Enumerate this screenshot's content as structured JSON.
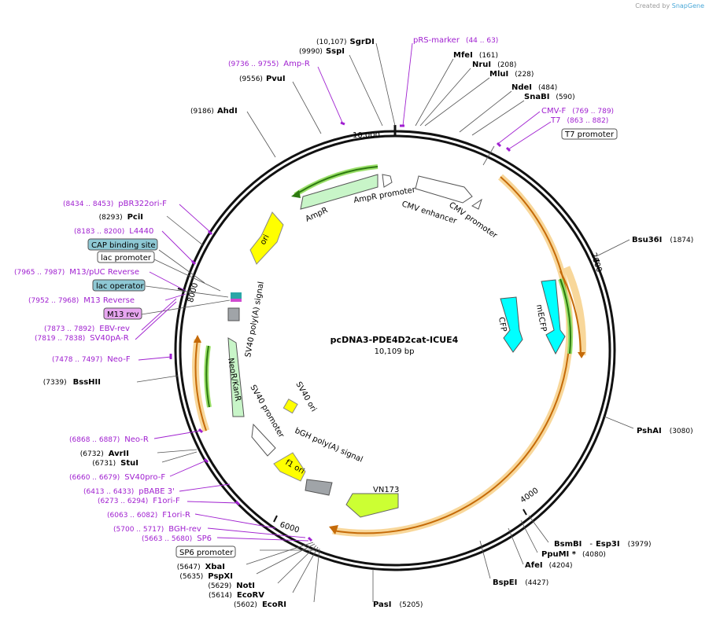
{
  "branding": {
    "prefix": "Created by",
    "name": "SnapGene"
  },
  "plasmid": {
    "name": "pcDNA3-PDE4D2cat-ICUE4",
    "size": "10,109 bp"
  },
  "ticks": [
    "10,000",
    "2000",
    "4000",
    "6000",
    "8000"
  ],
  "enzymes": {
    "sgrdi": {
      "name": "SgrDI",
      "pos": "(10,107)"
    },
    "sspi": {
      "name": "SspI",
      "pos": "(9990)"
    },
    "pvui": {
      "name": "PvuI",
      "pos": "(9556)"
    },
    "ahdi": {
      "name": "AhdI",
      "pos": "(9186)"
    },
    "mfei": {
      "name": "MfeI",
      "pos": "(161)"
    },
    "nrui": {
      "name": "NruI",
      "pos": "(208)"
    },
    "mlui": {
      "name": "MluI",
      "pos": "(228)"
    },
    "ndei": {
      "name": "NdeI",
      "pos": "(484)"
    },
    "snabi": {
      "name": "SnaBI",
      "pos": "(590)"
    },
    "bsu36i": {
      "name": "Bsu36I",
      "pos": "(1874)"
    },
    "pshai": {
      "name": "PshAI",
      "pos": "(3080)"
    },
    "bsmbi": {
      "name": "BsmBI",
      "sep": "-",
      "name2": "Esp3I",
      "pos": "(3979)"
    },
    "ppumi": {
      "name": "PpuMI *",
      "pos": "(4080)"
    },
    "afei": {
      "name": "AfeI",
      "pos": "(4204)"
    },
    "bspei": {
      "name": "BspEI",
      "pos": "(4427)"
    },
    "pasi": {
      "name": "PasI",
      "pos": "(5205)"
    },
    "xbai": {
      "name": "XbaI",
      "pos": "(5647)"
    },
    "pspxi": {
      "name": "PspXI",
      "pos": "(5635)"
    },
    "noti": {
      "name": "NotI",
      "pos": "(5629)"
    },
    "ecorv": {
      "name": "EcoRV",
      "pos": "(5614)"
    },
    "ecori": {
      "name": "EcoRI",
      "pos": "(5602)"
    },
    "avrii": {
      "name": "AvrII",
      "pos": "(6732)"
    },
    "stui": {
      "name": "StuI",
      "pos": "(6731)"
    },
    "bsshii": {
      "name": "BssHII",
      "pos": "(7339)"
    },
    "pcii": {
      "name": "PciI",
      "pos": "(8293)"
    }
  },
  "primers": {
    "prs": {
      "name": "pRS-marker",
      "pos": "(44 .. 63)"
    },
    "ampr": {
      "name": "Amp-R",
      "pos": "(9736 .. 9755)"
    },
    "cmvf": {
      "name": "CMV-F",
      "pos": "(769 .. 789)"
    },
    "t7": {
      "name": "T7",
      "pos": "(863 .. 882)"
    },
    "pbr": {
      "name": "pBR322ori-F",
      "pos": "(8434 .. 8453)"
    },
    "l4440": {
      "name": "L4440",
      "pos": "(8183 .. 8200)"
    },
    "m13puc": {
      "name": "M13/pUC Reverse",
      "pos": "(7965 .. 7987)"
    },
    "m13rev": {
      "name": "M13 Reverse",
      "pos": "(7952 .. 7968)"
    },
    "ebv": {
      "name": "EBV-rev",
      "pos": "(7873 .. 7892)"
    },
    "sv40pa": {
      "name": "SV40pA-R",
      "pos": "(7819 .. 7838)"
    },
    "neof": {
      "name": "Neo-F",
      "pos": "(7478 .. 7497)"
    },
    "neor": {
      "name": "Neo-R",
      "pos": "(6868 .. 6887)"
    },
    "sv40pro": {
      "name": "SV40pro-F",
      "pos": "(6660 .. 6679)"
    },
    "pbabe": {
      "name": "pBABE 3'",
      "pos": "(6413 .. 6433)"
    },
    "f1f": {
      "name": "F1ori-F",
      "pos": "(6273 .. 6294)"
    },
    "f1r": {
      "name": "F1ori-R",
      "pos": "(6063 .. 6082)"
    },
    "bgh": {
      "name": "BGH-rev",
      "pos": "(5700 .. 5717)"
    },
    "sp6": {
      "name": "SP6",
      "pos": "(5663 .. 5680)"
    }
  },
  "boxed": {
    "t7promoter": "T7 promoter",
    "cap": "CAP binding site",
    "lacpromoter": "lac promoter",
    "lacoperator": "lac operator",
    "m13rev": "M13 rev",
    "sp6promoter": "SP6 promoter"
  },
  "features": {
    "amppromoter": "AmpR promoter",
    "ampr": "AmpR",
    "cmvenhancer": "CMV enhancer",
    "cmvpromoter": "CMV promoter",
    "ori": "ori",
    "sv40polya": "SV40 poly(A) signal",
    "neokan": "NeoR/KanR",
    "sv40promoter": "SV40 promoter",
    "sv40ori": "SV40 ori",
    "f1ori": "f1 ori",
    "bgh": "bGH poly(A) signal",
    "vn173": "VN173",
    "cfp": "CFP",
    "mecfp": "mECFP"
  },
  "colors": {
    "backbone": "#111111",
    "primer": "#a020d0",
    "enzyme": "#000000",
    "orf_green": "#c8f5c8",
    "ori_yellow": "#ffff00",
    "cyan": "#00ffff",
    "lime": "#ccff33",
    "orange_arc": "#e08a1e",
    "box_blue": "#8ec8d4",
    "box_pink": "#e7a6f0"
  }
}
